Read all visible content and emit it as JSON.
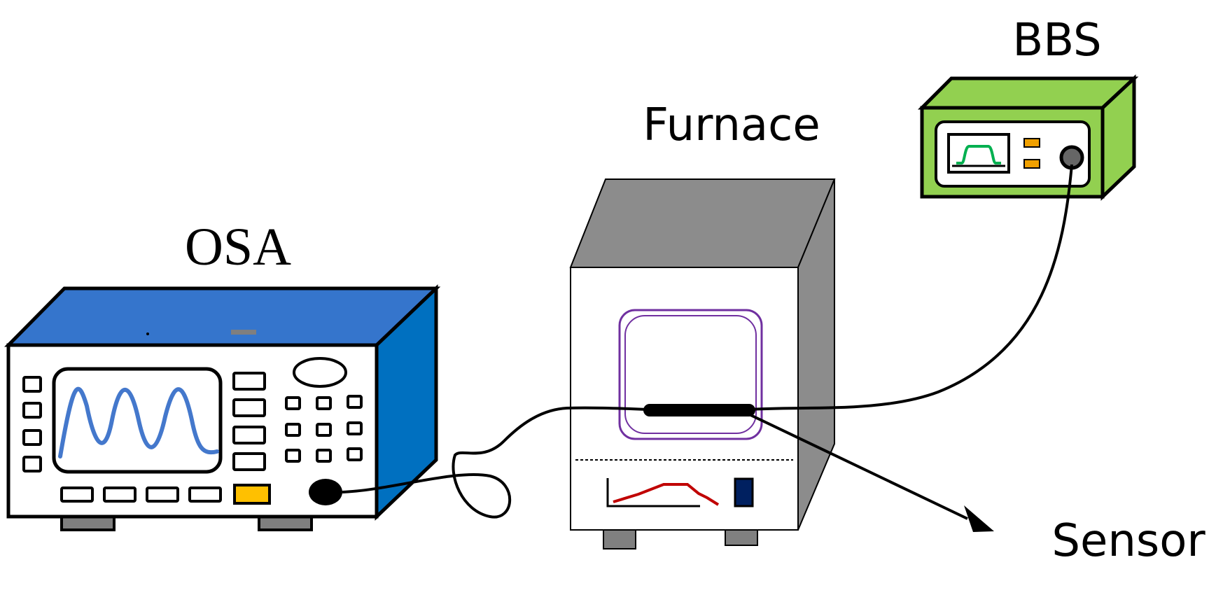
{
  "labels": {
    "osa": "OSA",
    "furnace": "Furnace",
    "bbs": "BBS",
    "sensor": "Sensor"
  },
  "colors": {
    "osa_top": "#3575cc",
    "osa_side": "#0070c0",
    "osa_wave": "#4478cc",
    "osa_key_accent": "#ffc000",
    "furnace_body": "#8c8c8c",
    "furnace_door": "#7030a0",
    "furnace_profile": "#c00000",
    "furnace_switch": "#002060",
    "bbs_body": "#92d050",
    "bbs_trace": "#00b050",
    "bbs_keys": "#f0a000",
    "fiber": "#000000"
  }
}
